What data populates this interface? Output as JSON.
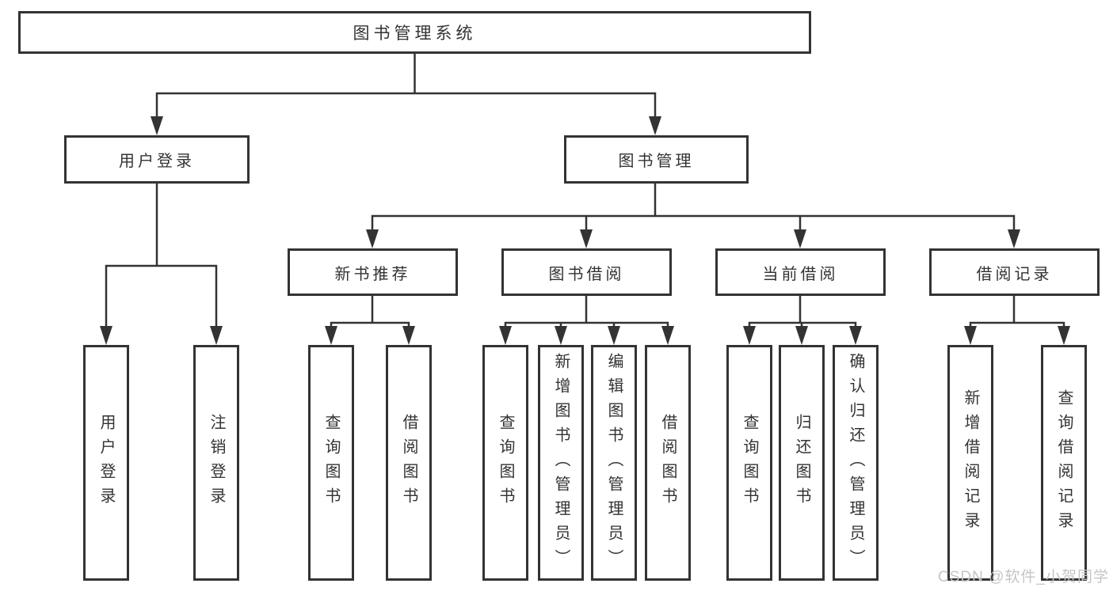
{
  "tree": {
    "label": "图书管理系统",
    "children": [
      {
        "label": "用户登录",
        "children": [
          {
            "label": "用户登录"
          },
          {
            "label": "注销登录"
          }
        ]
      },
      {
        "label": "图书管理",
        "children": [
          {
            "label": "新书推荐",
            "children": [
              {
                "label": "查询图书"
              },
              {
                "label": "借阅图书"
              }
            ]
          },
          {
            "label": "图书借阅",
            "children": [
              {
                "label": "查询图书"
              },
              {
                "label": "新增图书（管理员）"
              },
              {
                "label": "编辑图书（管理员）"
              },
              {
                "label": "借阅图书"
              }
            ]
          },
          {
            "label": "当前借阅",
            "children": [
              {
                "label": "查询图书"
              },
              {
                "label": "归还图书"
              },
              {
                "label": "确认归还（管理员）"
              }
            ]
          },
          {
            "label": "借阅记录",
            "children": [
              {
                "label": "新增借阅记录"
              },
              {
                "label": "查询借阅记录"
              }
            ]
          }
        ]
      }
    ]
  },
  "watermark": {
    "text": "CSDN @软件_小贺同学"
  },
  "colors": {
    "line": "#333333",
    "box_border": "#333333",
    "text": "#333333",
    "watermark": "#c5c5c5",
    "background": "#ffffff"
  }
}
